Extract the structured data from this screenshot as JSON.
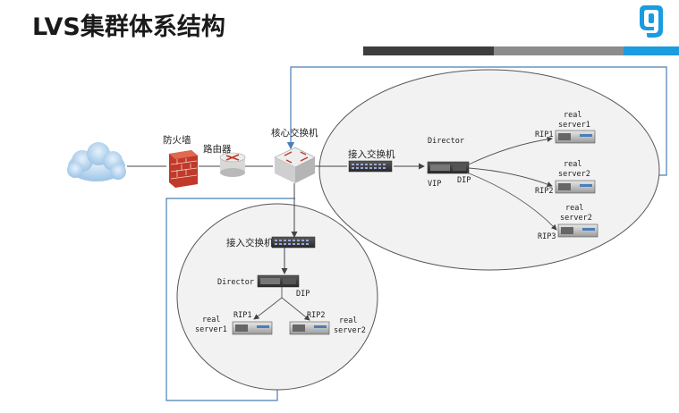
{
  "slide": {
    "title": "LVS集群体系结构"
  },
  "colors": {
    "bar_dark": "#3d3d3d",
    "bar_gray": "#8c8c8c",
    "bar_blue": "#1a9ce0",
    "logo_blue": "#1a9ce0",
    "link_blue": "#4a7fb8"
  },
  "diagram": {
    "firewall": "防火墙",
    "router": "路由器",
    "core_switch": "核心交换机",
    "upper": {
      "access_switch": "接入交换机",
      "director": "Director",
      "vip": "VIP",
      "dip": "DIP",
      "rs1_real": "real",
      "rs1_name": "server1",
      "rs1_rip": "RIP1",
      "rs2_real": "real",
      "rs2_name": "server2",
      "rs2_rip": "RIP2",
      "rs3_real": "real",
      "rs3_name": "server2",
      "rs3_rip": "RIP3"
    },
    "lower": {
      "access_switch": "接入交换机",
      "director": "Director",
      "dip": "DIP",
      "rs1_real": "real",
      "rs1_name": "server1",
      "rs1_rip": "RIP1",
      "rs2_real": "real",
      "rs2_name": "server2",
      "rs2_rip": "RIP2"
    }
  }
}
